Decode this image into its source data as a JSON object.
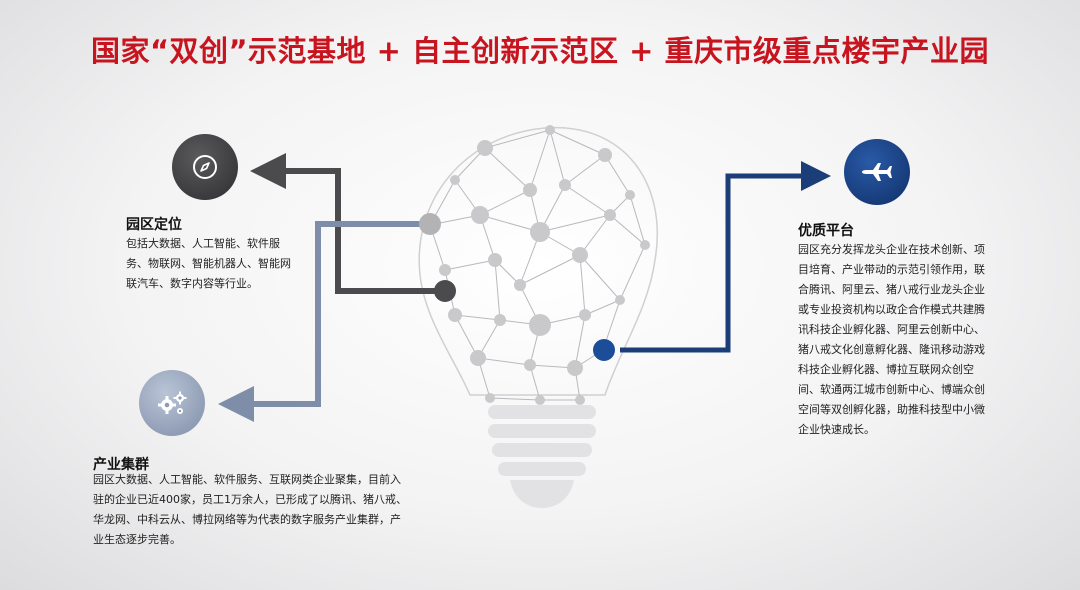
{
  "title": "国家“双创”示范基地 + 自主创新示范区 + 重庆市级重点楼宇产业园",
  "sections": {
    "positioning": {
      "title": "园区定位",
      "body": "包括大数据、人工智能、软件服务、物联网、智能机器人、智能网联汽车、数字内容等行业。",
      "icon": "compass-icon"
    },
    "cluster": {
      "title": "产业集群",
      "body": "园区大数据、人工智能、软件服务、互联网类企业聚集，目前入驻的企业已近400家，员工1万余人，已形成了以腾讯、猪八戒、华龙网、中科云从、博拉网络等为代表的数字服务产业集群，产业生态逐步完善。",
      "icon": "gears-icon"
    },
    "platform": {
      "title": "优质平台",
      "body": "园区充分发挥龙头企业在技术创新、项目培育、产业带动的示范引领作用，联合腾讯、阿里云、猪八戒行业龙头企业或专业投资机构以政企合作模式共建腾讯科技企业孵化器、阿里云创新中心、猪八戒文化创意孵化器、隆讯移动游戏科技企业孵化器、博拉互联网众创空间、软通两江城市创新中心、博端众创空间等双创孵化器，助推科技型中小微企业快速成长。",
      "icon": "airplane-icon"
    }
  },
  "colors": {
    "title": "#c8141e",
    "dark_gray": "#4b4b4d",
    "steel_blue": "#7f8ea8",
    "navy": "#1b3d78"
  }
}
